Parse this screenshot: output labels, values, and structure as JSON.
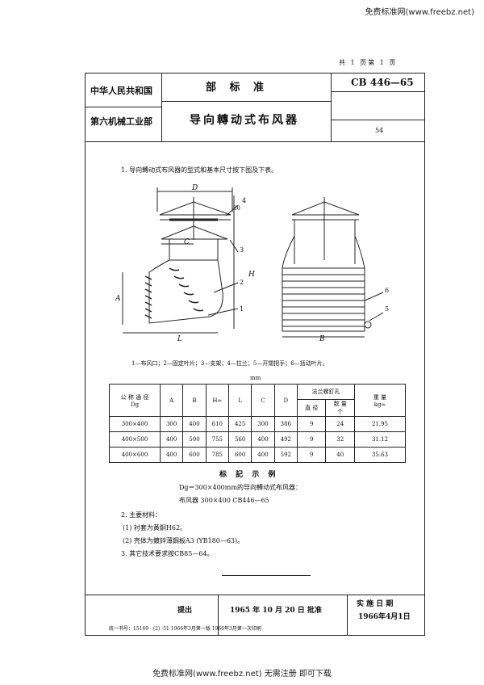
{
  "watermark_top": "免费标准网(www.freebz.net)",
  "watermark_bottom": "免费标准网(www.freebz.net) 无需注册 即可下载",
  "page_info": "共 1 页第 1 页",
  "header": {
    "country": "中华人民共和国",
    "ministry": "第六机械工业部",
    "standard_type": "部 标 准",
    "code": "CB 446—65",
    "title": "导向轉动式布风器",
    "page_num": "54"
  },
  "intro": "1. 导向轉动式布风器的型式和基本尺寸按下图及下表。",
  "drawing_labels": {
    "D": "D",
    "C": "C",
    "H": "H",
    "A": "A",
    "L": "L",
    "B": "B",
    "n1": "1",
    "n2": "2",
    "n3": "3",
    "n4": "4",
    "n30": "30",
    "n5": "5",
    "n6": "6"
  },
  "legend": "1—布风口；2—固定叶片；3—支架；4—拉兰；5—开閉把手；6—括动叶片。",
  "unit": "mm",
  "table": {
    "headers": {
      "dg": "公 称 通 径",
      "dg2": "Dg",
      "a": "A",
      "b": "B",
      "h": "H≈",
      "l": "L",
      "c": "C",
      "d": "D",
      "flange": "法兰螺釘孔",
      "dia": "直 径",
      "count": "数 量",
      "count_unit": "个",
      "weight": "重 量",
      "weight_unit": "kg≈"
    },
    "rows": [
      {
        "dg": "300×400",
        "a": "300",
        "b": "400",
        "h": "610",
        "l": "425",
        "c": "300",
        "d": "386",
        "dia": "9",
        "count": "24",
        "w": "21.95"
      },
      {
        "dg": "400×500",
        "a": "400",
        "b": "500",
        "h": "755",
        "l": "560",
        "c": "400",
        "d": "492",
        "dia": "9",
        "count": "32",
        "w": "31.12"
      },
      {
        "dg": "400×600",
        "a": "400",
        "b": "600",
        "h": "785",
        "l": "600",
        "c": "400",
        "d": "592",
        "dia": "9",
        "count": "40",
        "w": "35.63"
      }
    ]
  },
  "example_title": "标 記 示 例",
  "example_line1": "Dg＝300×400mm的导向轉动式布风器：",
  "example_line2": "布风器 300×400 CB446—65",
  "material_title": "2. 主要材料：",
  "material1": "(1) 衬套为黃銅H62。",
  "material2": "(2) 壳体为鍍鋅薄鋼板A3 (YB180—63)。",
  "tech": "3. 其它技术要求按CB85—64。",
  "footer": {
    "proposed": "提出",
    "approved": "1965 年 10 月 20 日 批准",
    "effective_label": "实 施 日 期",
    "effective_date": "1966年4月1日"
  },
  "print_info": "統一书号：15169 · (2) -51     1966年3月第一版  1966年3月第一次印刷"
}
